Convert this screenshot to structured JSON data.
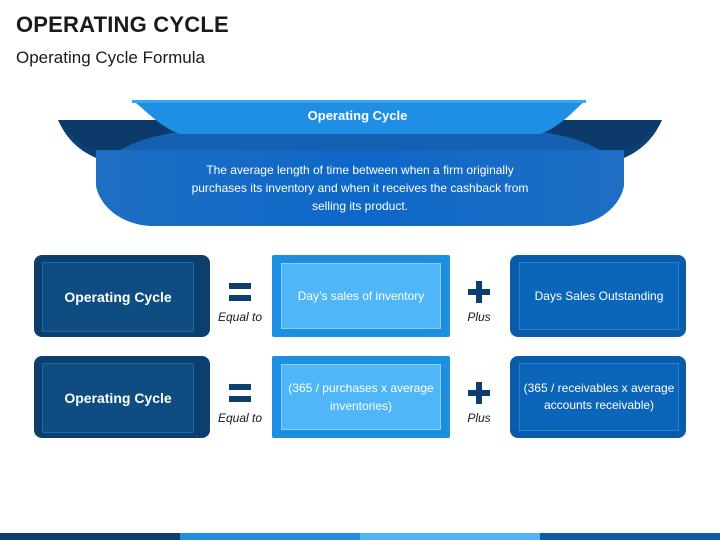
{
  "page": {
    "title": "OPERATING CYCLE",
    "subtitle": "Operating Cycle Formula"
  },
  "funnel": {
    "title": "Operating Cycle",
    "description": "The average length of time between when a firm originally purchases its inventory and when it receives the cashback from selling its product."
  },
  "formulas": [
    {
      "left": "Operating Cycle",
      "operator1_label": "Equal to",
      "middle": "Day’s sales of inventory",
      "operator2_label": "Plus",
      "right": "Days Sales Outstanding"
    },
    {
      "left": "Operating Cycle",
      "operator1_label": "Equal to",
      "middle": "(365 / purchases x average inventories)",
      "operator2_label": "Plus",
      "right": "(365 / receivables x average accounts receivable)"
    }
  ],
  "icons": {
    "equals": "equals-icon",
    "plus": "plus-icon"
  },
  "colors": {
    "dark_navy": "#0c3f6e",
    "navy": "#0f4c81",
    "bright_blue": "#1c8fe0",
    "light_blue": "#4fb6f7",
    "royal_blue": "#0a5cab"
  }
}
